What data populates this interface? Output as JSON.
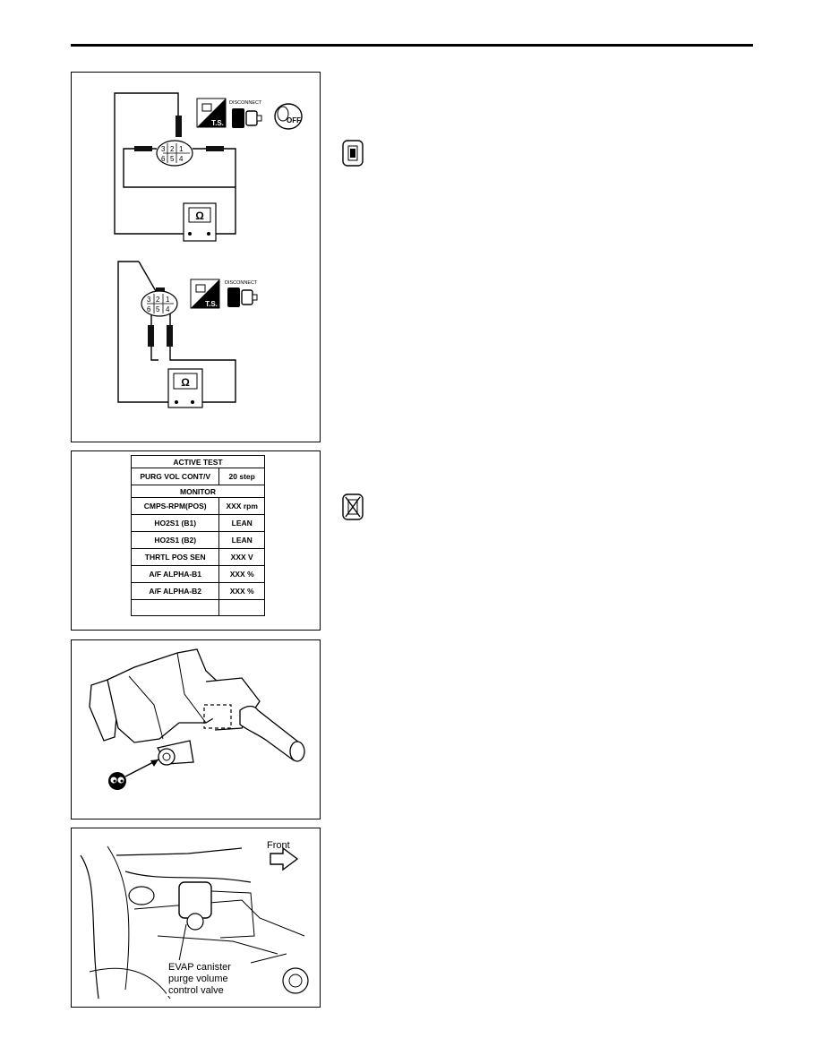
{
  "figure1": {
    "upper": {
      "pins_top": [
        "3",
        "2",
        "1"
      ],
      "pins_bottom": [
        "6",
        "5",
        "4"
      ],
      "meter": "Ω",
      "ts_label": "T.S.",
      "disconnect_label": "DISCONNECT",
      "ignition_label": "OFF"
    },
    "lower": {
      "pins_top": [
        "3",
        "2",
        "1"
      ],
      "pins_bottom": [
        "6",
        "5",
        "4"
      ],
      "meter": "Ω",
      "ts_label": "T.S.",
      "disconnect_label": "DISCONNECT"
    }
  },
  "consult_table": {
    "active_test_header": "ACTIVE TEST",
    "active_test_row": {
      "item": "PURG VOL CONT/V",
      "value": "20 step"
    },
    "monitor_header": "MONITOR",
    "rows": [
      {
        "item": "CMPS-RPM(POS)",
        "value": "XXX rpm"
      },
      {
        "item": "HO2S1 (B1)",
        "value": "LEAN"
      },
      {
        "item": "HO2S1 (B2)",
        "value": "LEAN"
      },
      {
        "item": "THRTL POS SEN",
        "value": "XXX V"
      },
      {
        "item": "A/F ALPHA-B1",
        "value": "XXX %"
      },
      {
        "item": "A/F ALPHA-B2",
        "value": "XXX %"
      },
      {
        "item": "",
        "value": ""
      }
    ]
  },
  "figure4": {
    "front_label": "Front",
    "component_label": [
      "EVAP canister",
      "purge volume",
      "control valve"
    ]
  }
}
